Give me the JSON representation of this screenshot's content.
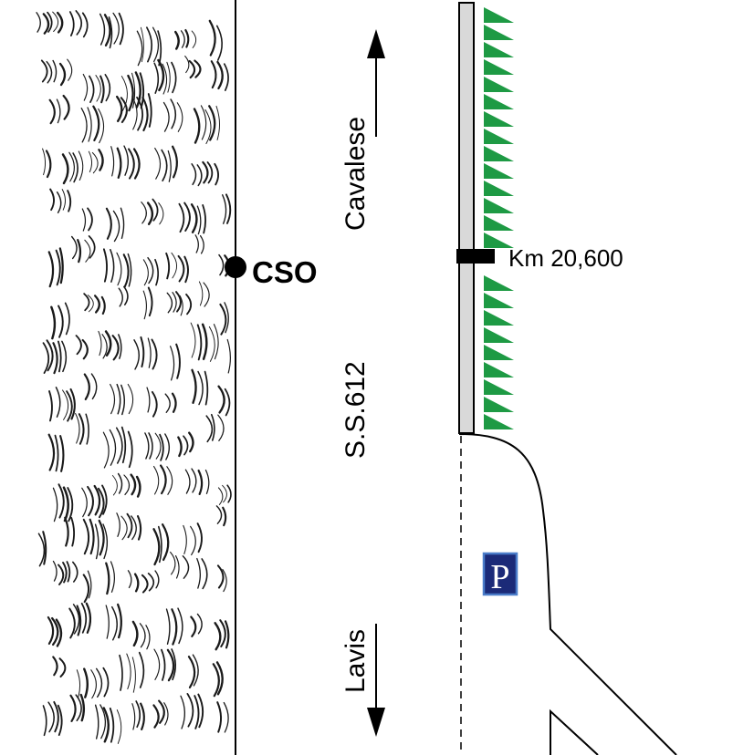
{
  "map": {
    "road_name": "S.S.612",
    "direction_north": {
      "label": "Cavalese",
      "arrow": "up"
    },
    "direction_south": {
      "label": "Lavis",
      "arrow": "down"
    },
    "site": {
      "label": "CSO",
      "marker": "black-dot"
    },
    "milestone": {
      "label": "Km 20,600"
    },
    "parking": {
      "symbol": "P",
      "icon": "parking-icon"
    },
    "colors": {
      "vegetation": "#1e9a44",
      "road_shoulder": "#d9d9d9",
      "parking_sign_bg": "#1b2a78",
      "parking_sign_border": "#4a7cc9",
      "ink": "#000000"
    }
  }
}
